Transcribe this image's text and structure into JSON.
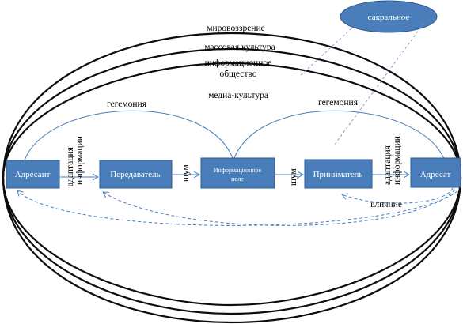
{
  "outer_layers": {
    "worldview": "мировоззрение",
    "mass_culture": "массовая культура",
    "info_society_line1": "информационное",
    "info_society_line2": "общество",
    "media_culture": "медиа-культура"
  },
  "sacral": "сакральное",
  "hegemony_left": "гегемония",
  "hegemony_right": "гегемония",
  "nodes": {
    "addresser": "Адресант",
    "transmitter": "Передаватель",
    "info_field_line1": "Информационное",
    "info_field_line2": "поле",
    "receiver": "Приниматель",
    "addressee": "Адресат"
  },
  "edge_labels": {
    "adapt_left_line1": "адаптация",
    "adapt_left_line2": "информации",
    "noise_left": "шум",
    "noise_right": "шум",
    "adapt_right_line1": "адаптация",
    "adapt_right_line2": "информации",
    "influence": "влияние"
  },
  "colors": {
    "box_fill": "#4a7ebb",
    "connector": "#4a7ebb",
    "rings": "#0d0d0d"
  }
}
